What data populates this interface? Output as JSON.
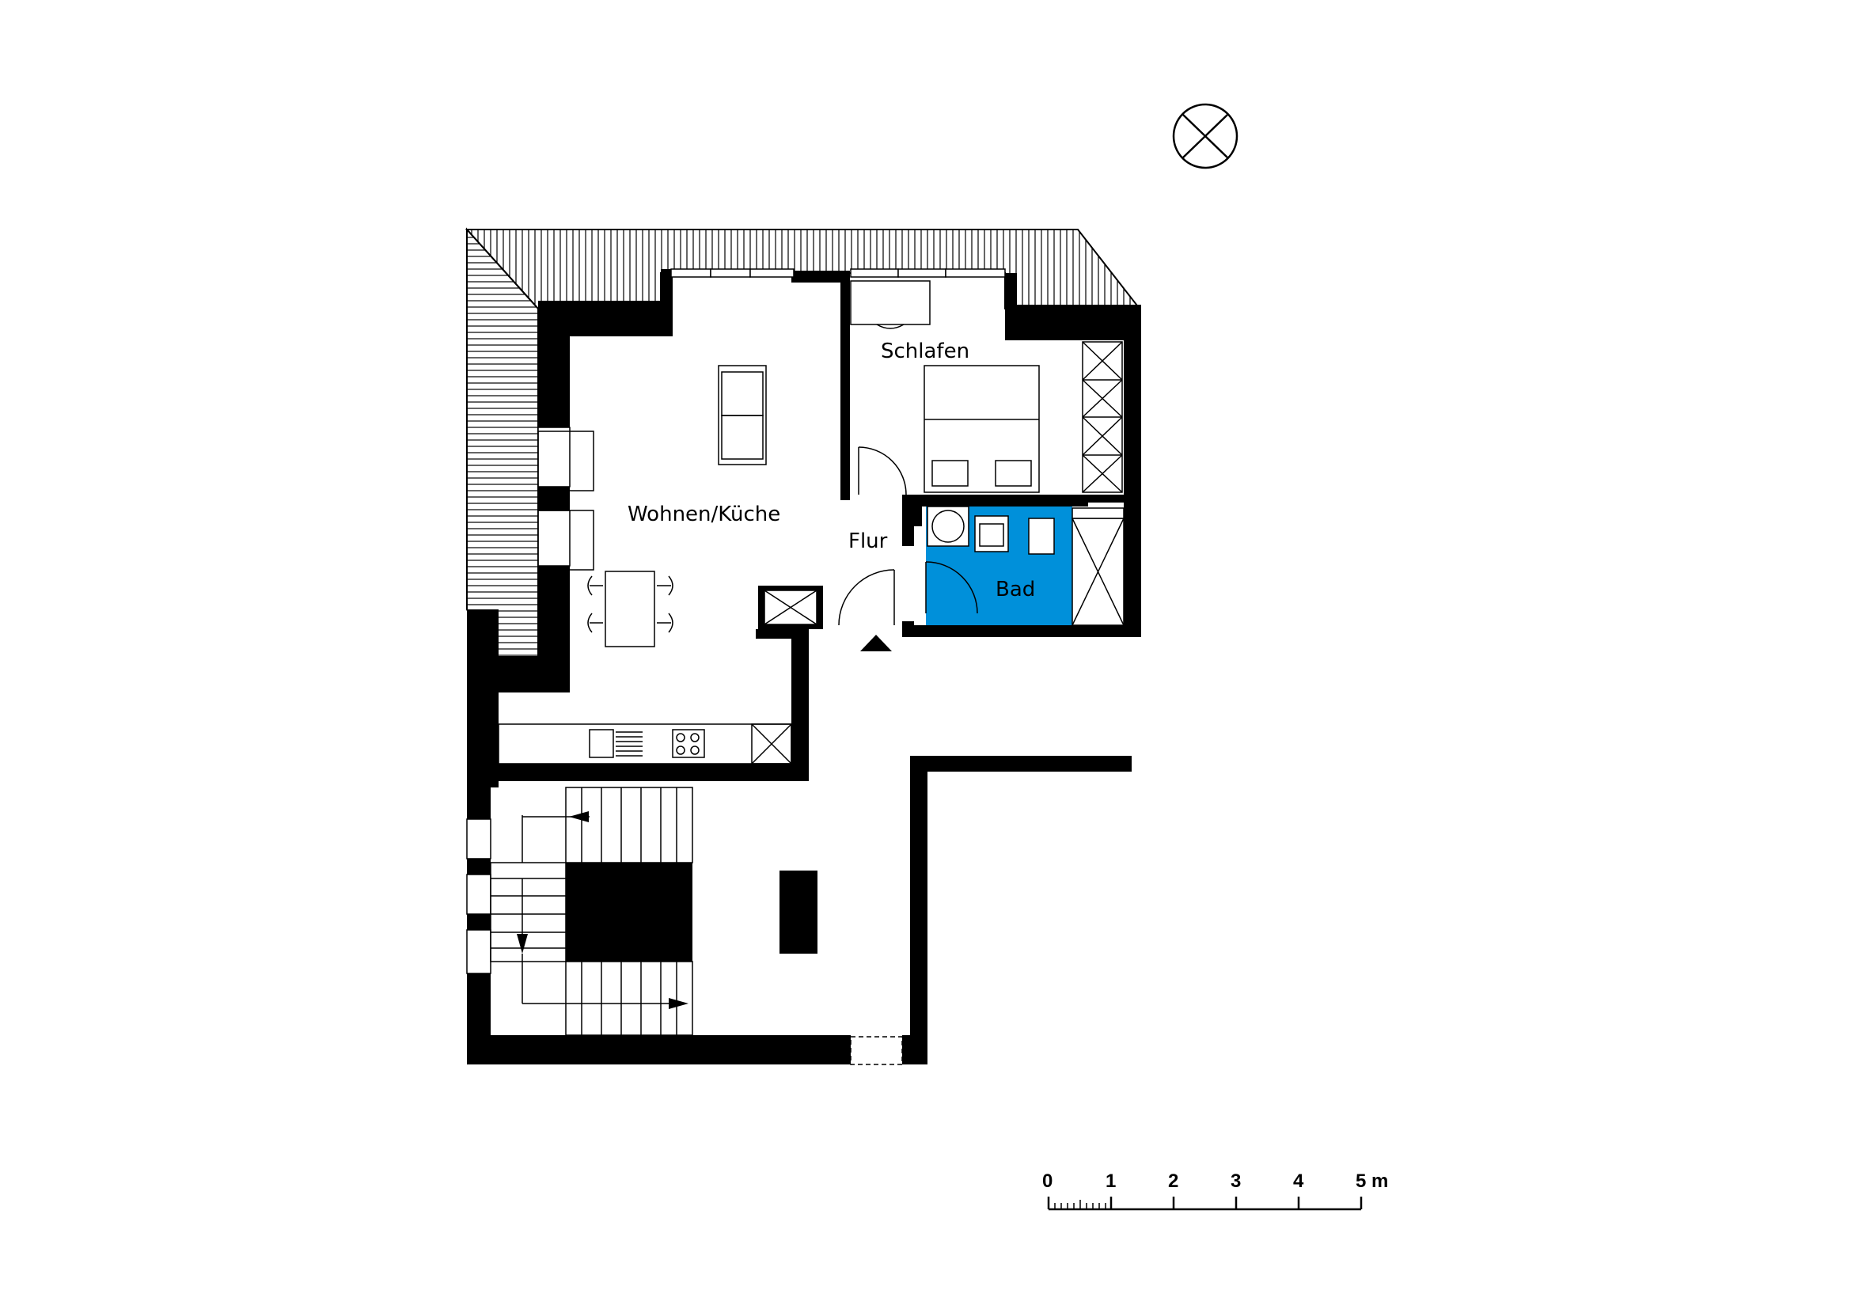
{
  "rooms": {
    "living_kitchen": "Wohnen/Küche",
    "bedroom": "Schlafen",
    "hall": "Flur",
    "bath": "Bad"
  },
  "colors": {
    "bath_fill": "#0090DA",
    "walls": "#000000"
  },
  "scale_bar": {
    "ticks": [
      "0",
      "1",
      "2",
      "3",
      "4",
      "5 m"
    ]
  },
  "icons": {
    "compass": "north-compass-icon",
    "entrance": "entrance-arrow-icon"
  }
}
